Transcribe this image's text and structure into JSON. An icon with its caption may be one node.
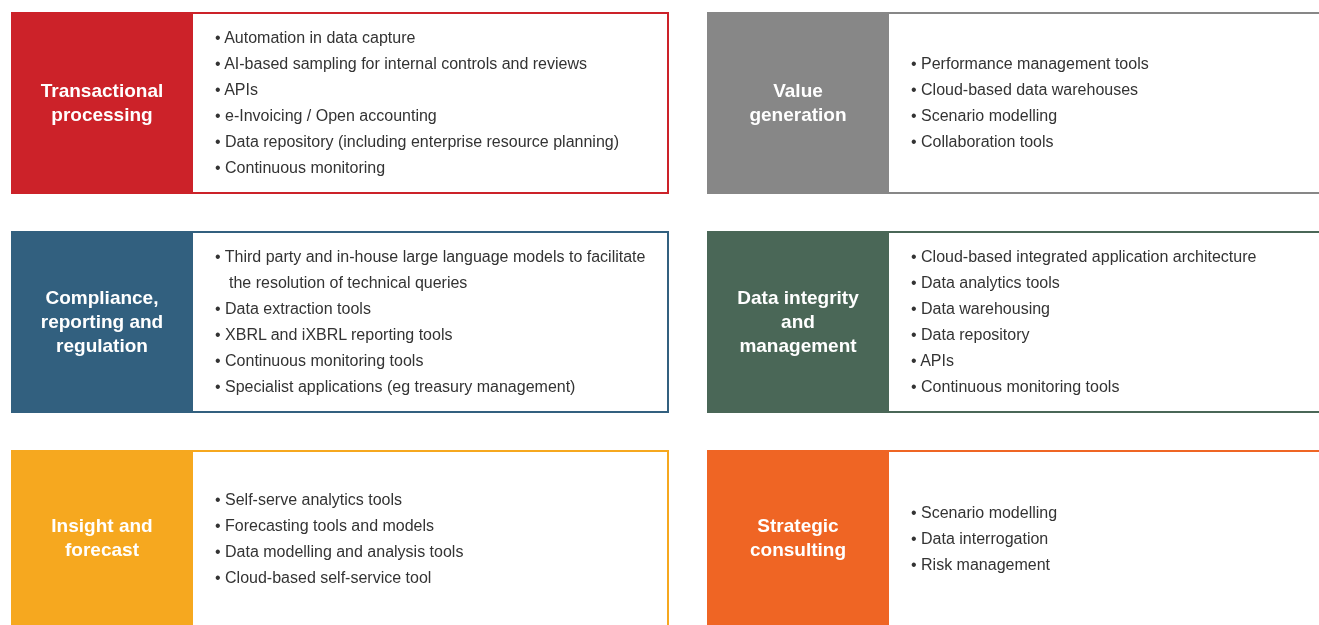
{
  "diagram": {
    "nodes": [
      {
        "text": [
          "Transactional processing",
          "• Automation in data capture",
          "• AI-based sampling for internal controls and reviews",
          "• APIs",
          "• e-Invoicing / Open accounting",
          "• Data repository (including enterprise resource planning)",
          "• Continuous monitoring"
        ]
      },
      {
        "text": [
          "Value generation",
          "• Performance management tools",
          "• Cloud-based data warehouses",
          "• Scenario modelling",
          "• Collaboration tools"
        ]
      },
      {
        "text": [
          "Compliance, reporting and regulation",
          "• Third party and in-house large language models to facilitate the resolution of technical queries",
          "• Data extraction tools",
          "• XBRL and iXBRL reporting tools",
          "• Continuous monitoring tools",
          "• Specialist applications (eg treasury management)"
        ]
      },
      {
        "text": [
          "Data integrity and management",
          "• Cloud-based integrated application architecture",
          "• Data analytics tools",
          "• Data warehousing",
          "• Data repository",
          "• APIs",
          "• Continuous monitoring tools"
        ]
      },
      {
        "text": [
          "Insight and forecast",
          "• Self-serve analytics tools",
          "• Forecasting tools and models",
          "• Data modelling and analysis tools",
          "• Cloud-based self-service tool"
        ]
      },
      {
        "text": [
          "Strategic consulting",
          "• Scenario modelling",
          "• Data interrogation",
          "• Risk management"
        ]
      }
    ]
  }
}
